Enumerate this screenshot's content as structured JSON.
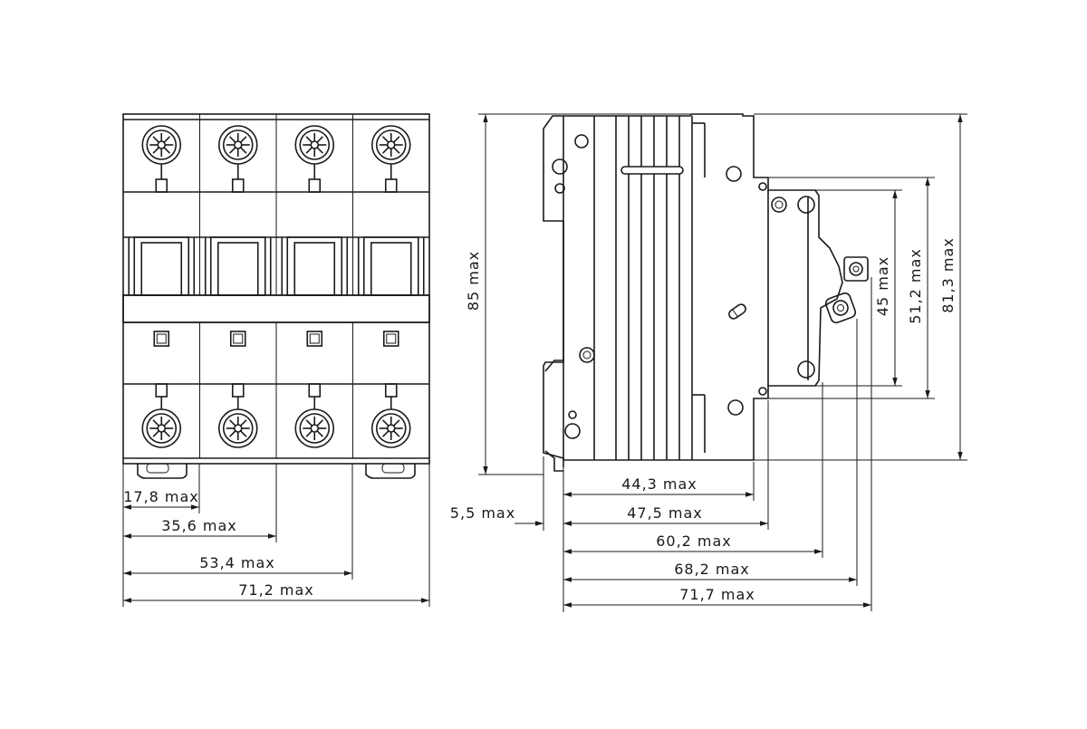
{
  "front_view": {
    "dims": [
      {
        "label": "17,8 max"
      },
      {
        "label": "35,6 max"
      },
      {
        "label": "53,4 max"
      },
      {
        "label": "71,2 max"
      }
    ]
  },
  "side_view": {
    "height_dims": [
      {
        "label": "85 max"
      },
      {
        "label": "45 max"
      },
      {
        "label": "51,2 max"
      },
      {
        "label": "81,3 max"
      }
    ],
    "depth_dims": [
      {
        "label": "5,5 max"
      },
      {
        "label": "44,3 max"
      },
      {
        "label": "47,5 max"
      },
      {
        "label": "60,2 max"
      },
      {
        "label": "68,2 max"
      },
      {
        "label": "71,7 max"
      }
    ]
  }
}
